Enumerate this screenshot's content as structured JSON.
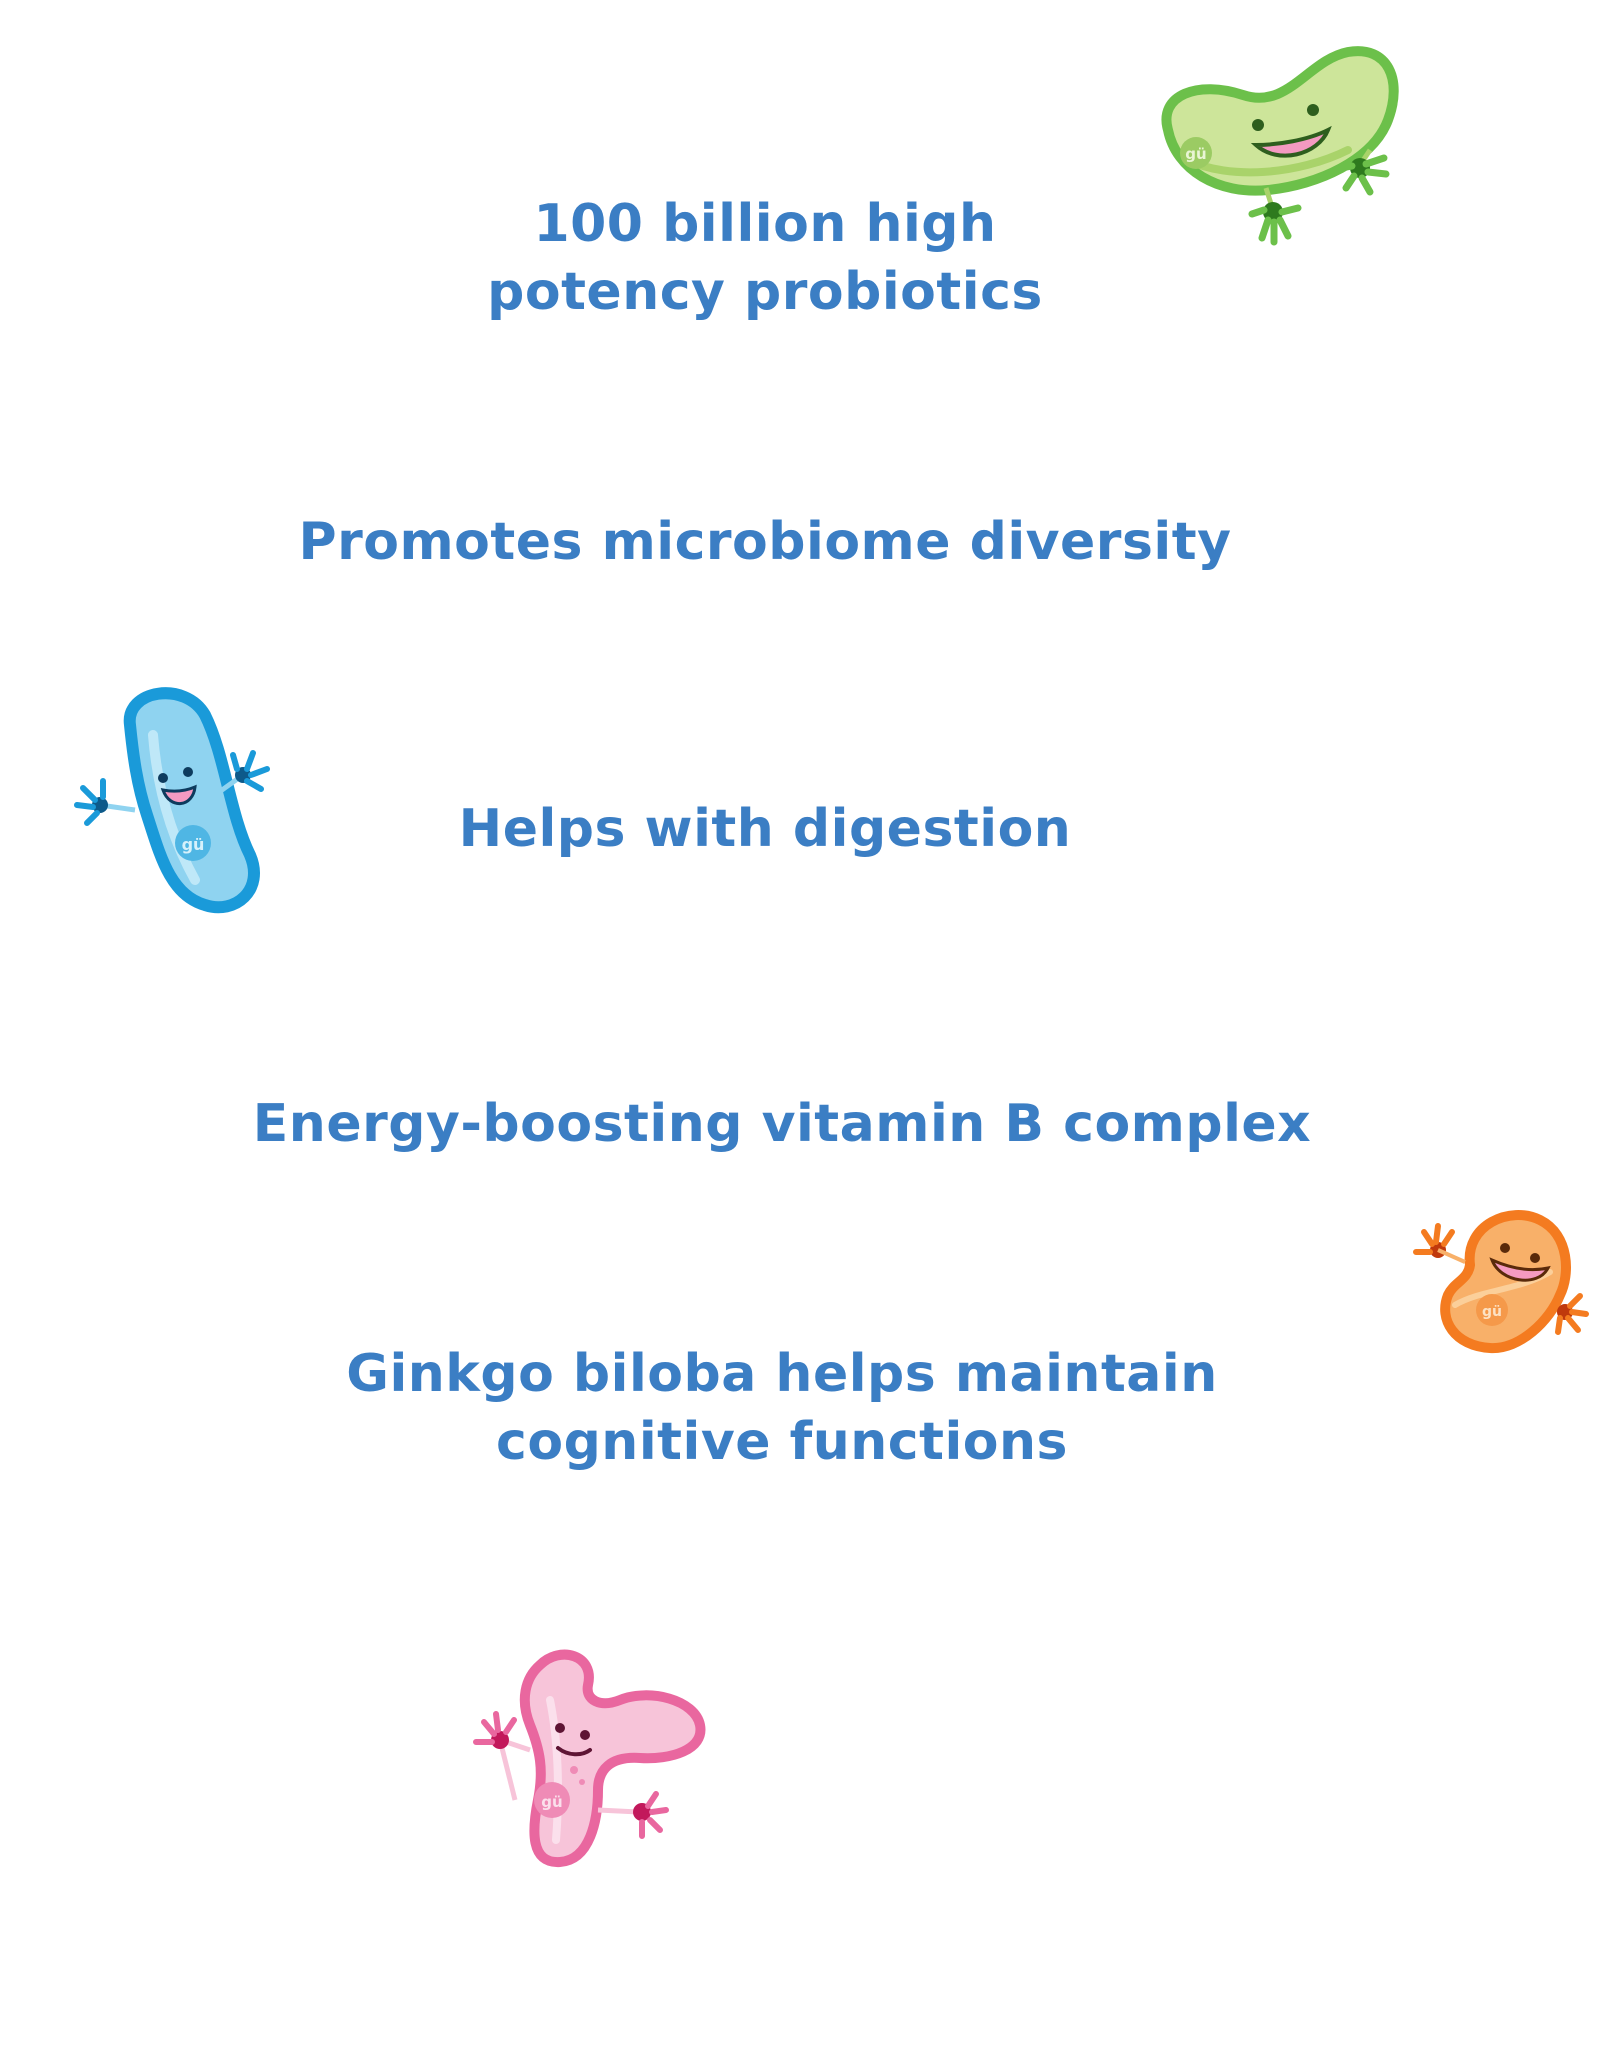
{
  "benefits": [
    {
      "lines": [
        "100 billion high",
        "potency probiotics"
      ]
    },
    {
      "lines": [
        "Promotes microbiome diversity"
      ]
    },
    {
      "lines": [
        "Helps with digestion"
      ]
    },
    {
      "lines": [
        "Energy-boosting vitamin B complex"
      ]
    },
    {
      "lines": [
        "Ginkgo biloba helps maintain",
        "cognitive functions"
      ]
    }
  ],
  "mascots": {
    "badge_text": "gü",
    "colors": {
      "green": "#6cc04a",
      "green_light": "#cde59a",
      "blue": "#1a9ad9",
      "blue_light": "#8fd3f0",
      "orange": "#f47b20",
      "orange_light": "#f8b069",
      "pink": "#e9679f",
      "pink_light": "#f7c4d9",
      "mouth": "#f49ac1",
      "text": "#3b7ec4"
    },
    "icons": [
      "green-bacteria-icon",
      "blue-bacteria-icon",
      "orange-bacteria-icon",
      "pink-bacteria-icon"
    ]
  }
}
